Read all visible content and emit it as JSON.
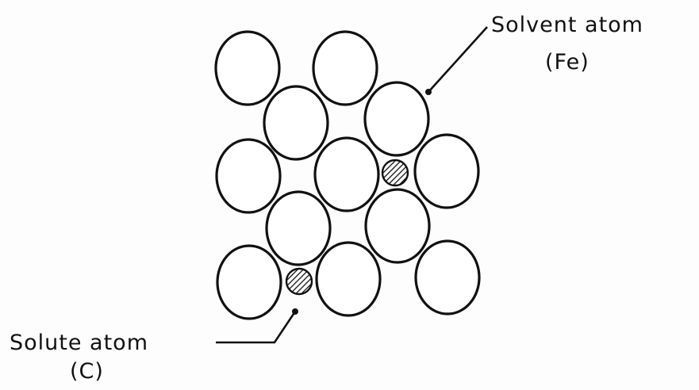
{
  "labels": {
    "solvent_name": "Solvent atom",
    "solvent_symbol": "(Fe)",
    "solute_name": "Solute atom",
    "solute_symbol": "(C)"
  },
  "colors": {
    "line": "#111111",
    "background": "#ffffff"
  }
}
